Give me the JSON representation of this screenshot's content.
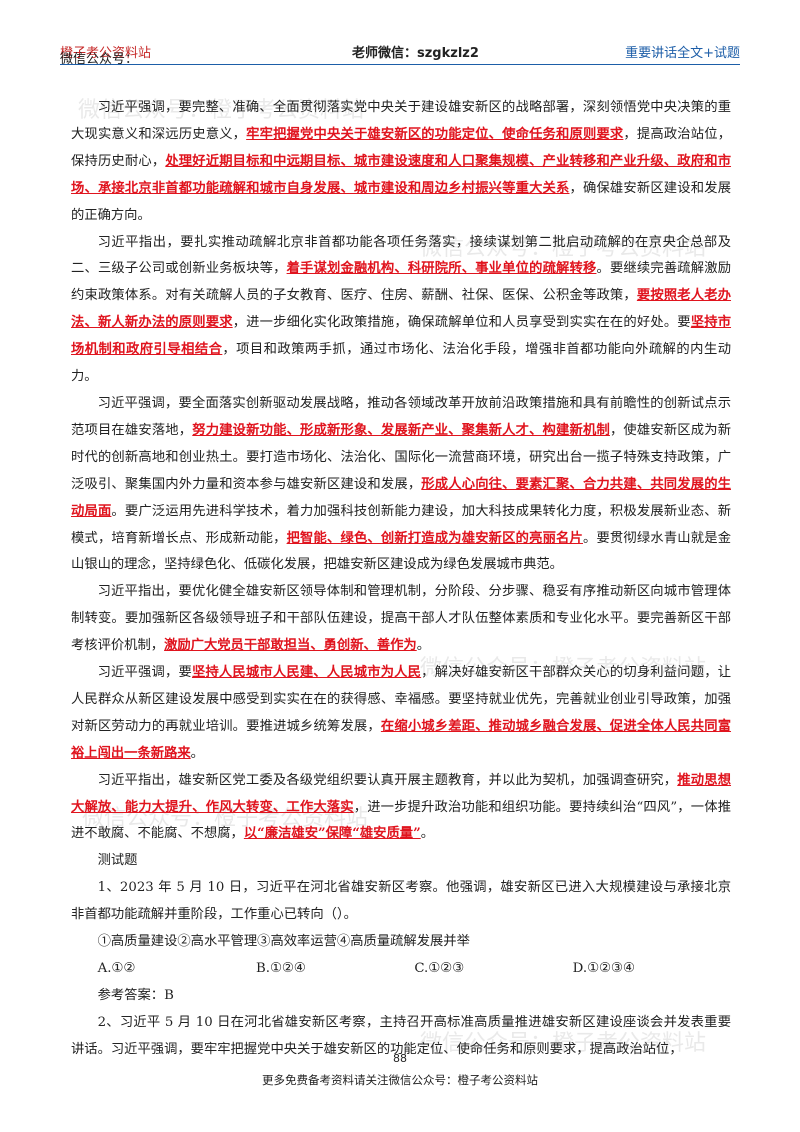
{
  "header": {
    "left_label": "微信公众号：",
    "left_name": "橙子考公资料站",
    "center": "老师微信：szgkzlz2",
    "right": "重要讲话全文+试题"
  },
  "paragraphs": [
    [
      {
        "t": "习近平强调，要完整、准确、全面贯彻落实党中央关于建设雄安新区的战略部署，深刻领悟党中央决策的重大现实意义和深远历史意义，"
      },
      {
        "t": "牢牢把握党中央关于雄安新区的功能定位、使命任务和原则要求",
        "hl": true
      },
      {
        "t": "，提高政治站位，保持历史耐心，"
      },
      {
        "t": "处理好近期目标和中远期目标、城市建设速度和人口聚集规模、产业转移和产业升级、政府和市场、承接北京非首都功能疏解和城市自身发展、城市建设和周边乡村振兴等重大关系",
        "hl": true
      },
      {
        "t": "，确保雄安新区建设和发展的正确方向。"
      }
    ],
    [
      {
        "t": "习近平指出，要扎实推动疏解北京非首都功能各项任务落实，接续谋划第二批启动疏解的在京央企总部及二、三级子公司或创新业务板块等，"
      },
      {
        "t": "着手谋划金融机构、科研院所、事业单位的疏解转移",
        "hl": true
      },
      {
        "t": "。要继续完善疏解激励约束政策体系。对有关疏解人员的子女教育、医疗、住房、薪酬、社保、医保、公积金等政策，"
      },
      {
        "t": "要按照老人老办法、新人新办法的原则要求",
        "hl": true
      },
      {
        "t": "，进一步细化实化政策措施，确保疏解单位和人员享受到实实在在的好处。要"
      },
      {
        "t": "坚持市场机制和政府引导相结合",
        "hl": true
      },
      {
        "t": "，项目和政策两手抓，通过市场化、法治化手段，增强非首都功能向外疏解的内生动力。"
      }
    ],
    [
      {
        "t": "习近平强调，要全面落实创新驱动发展战略，推动各领域改革开放前沿政策措施和具有前瞻性的创新试点示范项目在雄安落地，"
      },
      {
        "t": "努力建设新功能、形成新形象、发展新产业、聚集新人才、构建新机制",
        "hl": true
      },
      {
        "t": "，使雄安新区成为新时代的创新高地和创业热土。要打造市场化、法治化、国际化一流营商环境，研究出台一揽子特殊支持政策，广泛吸引、聚集国内外力量和资本参与雄安新区建设和发展，"
      },
      {
        "t": "形成人心向往、要素汇聚、合力共建、共同发展的生动局面",
        "hl": true
      },
      {
        "t": "。要广泛运用先进科学技术，着力加强科技创新能力建设，加大科技成果转化力度，积极发展新业态、新模式，培育新增长点、形成新动能，"
      },
      {
        "t": "把智能、绿色、创新打造成为雄安新区的亮丽名片",
        "hl": true
      },
      {
        "t": "。要贯彻绿水青山就是金山银山的理念，坚持绿色化、低碳化发展，把雄安新区建设成为绿色发展城市典范。"
      }
    ],
    [
      {
        "t": "习近平指出，要优化健全雄安新区领导体制和管理机制，分阶段、分步骤、稳妥有序推动新区向城市管理体制转变。要加强新区各级领导班子和干部队伍建设，提高干部人才队伍整体素质和专业化水平。要完善新区干部考核评价机制，"
      },
      {
        "t": "激励广大党员干部敢担当、勇创新、善作为",
        "hl": true
      },
      {
        "t": "。"
      }
    ],
    [
      {
        "t": "习近平强调，要"
      },
      {
        "t": "坚持人民城市人民建、人民城市为人民",
        "hl": true
      },
      {
        "t": "，解决好雄安新区干部群众关心的切身利益问题，让人民群众从新区建设发展中感受到实实在在的获得感、幸福感。要坚持就业优先，完善就业创业引导政策，加强对新区劳动力的再就业培训。要推进城乡统筹发展，"
      },
      {
        "t": "在缩小城乡差距、推动城乡融合发展、促进全体人民共同富裕上闯出一条新路来",
        "hl": true
      },
      {
        "t": "。"
      }
    ],
    [
      {
        "t": "习近平指出，雄安新区党工委及各级党组织要认真开展主题教育，并以此为契机，加强调查研究，"
      },
      {
        "t": "推动思想大解放、能力大提升、作风大转变、工作大落实",
        "hl": true
      },
      {
        "t": "，进一步提升政治功能和组织功能。要持续纠治“四风”，一体推进不敢腐、不能腐、不想腐，"
      },
      {
        "t": "以“廉洁雄安”保障“雄安质量”",
        "hl": true
      },
      {
        "t": "。"
      }
    ]
  ],
  "quiz": {
    "heading": "测试题",
    "q1": "1、2023 年 5 月 10 日，习近平在河北省雄安新区考察。他强调，雄安新区已进入大规模建设与承接北京非首都功能疏解并重阶段，工作重心已转向（）。",
    "q1_items": "①高质量建设②高水平管理③高效率运营④高质量疏解发展并举",
    "q1_options": [
      "A.①②",
      "B.①②④",
      "C.①②③",
      "D.①②③④"
    ],
    "q1_answer": "参考答案：B",
    "q2": "2、习近平 5 月 10 日在河北省雄安新区考察，主持召开高标准高质量推进雄安新区建设座谈会并发表重要讲话。习近平强调，要牢牢把握党中央关于雄安新区的功能定位、使命任务和原则要求，提高政治站位，"
  },
  "watermarks": [
    "微信公众号：橙子考公资料站",
    "微信公众号：橙子考公资料站",
    "微信公众号：橙子考公资料站",
    "微信公众号：橙子考公资料站",
    "微信公众号：橙子考公资料站"
  ],
  "page_number": "88",
  "footer": "更多免费备考资料请关注微信公众号：橙子考公资料站",
  "colors": {
    "highlight": "#e0141e",
    "header_blue": "#1d5ea8",
    "header_red": "#c62828"
  }
}
